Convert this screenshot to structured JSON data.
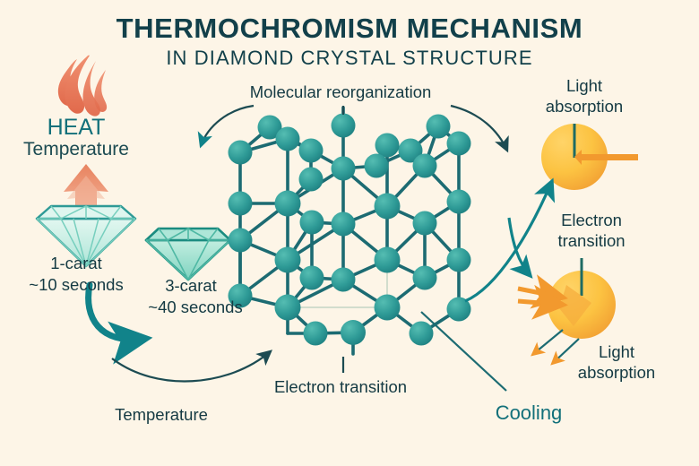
{
  "meta": {
    "background_color": "#FDF5E7",
    "ink_color": "#143A43",
    "teal": "#12707A",
    "node_teal": "#2E9A96",
    "bond_teal": "#1C6B72",
    "flame_color": "#E8795A",
    "arrow_coral": "#EE9272",
    "orb_yellow": "#FCC63F",
    "orb_orange": "#F2A03C",
    "diamond_light": "#CFF0E6",
    "diamond_strong": "#8FDCCB"
  },
  "header": {
    "title": "THERMOCHROMISM MECHANISM",
    "subtitle": "IN DIAMOND CRYSTAL STRUCTURE"
  },
  "heat_section": {
    "flame_icon": "flame-icon",
    "heat_label": "HEAT",
    "temperature_label": "Temperature",
    "up_arrow_icon": "arrow-up-icon"
  },
  "diamonds": [
    {
      "icon": "diamond-icon",
      "carat_label": "1-carat",
      "time_label": "~10 seconds"
    },
    {
      "icon": "diamond-icon",
      "carat_label": "3-carat",
      "time_label": "~40 seconds"
    }
  ],
  "lattice": {
    "icon": "crystal-lattice-icon",
    "top_label": "Molecular reorganization",
    "bottom_label": "Electron transition"
  },
  "flow_labels": {
    "temperature": "Temperature",
    "cooling": "Cooling"
  },
  "right_section": [
    {
      "icon": "photon-orb-icon",
      "title_line1": "Light",
      "title_line2": "absorption",
      "arrow_icon": "double-arrow-icon"
    },
    {
      "icon": "photon-orb-icon",
      "electron_line1": "Electron",
      "electron_line2": "transition",
      "title_line1": "Light",
      "title_line2": "absorption",
      "arrow_icon": "incoming-rays-icon"
    }
  ]
}
